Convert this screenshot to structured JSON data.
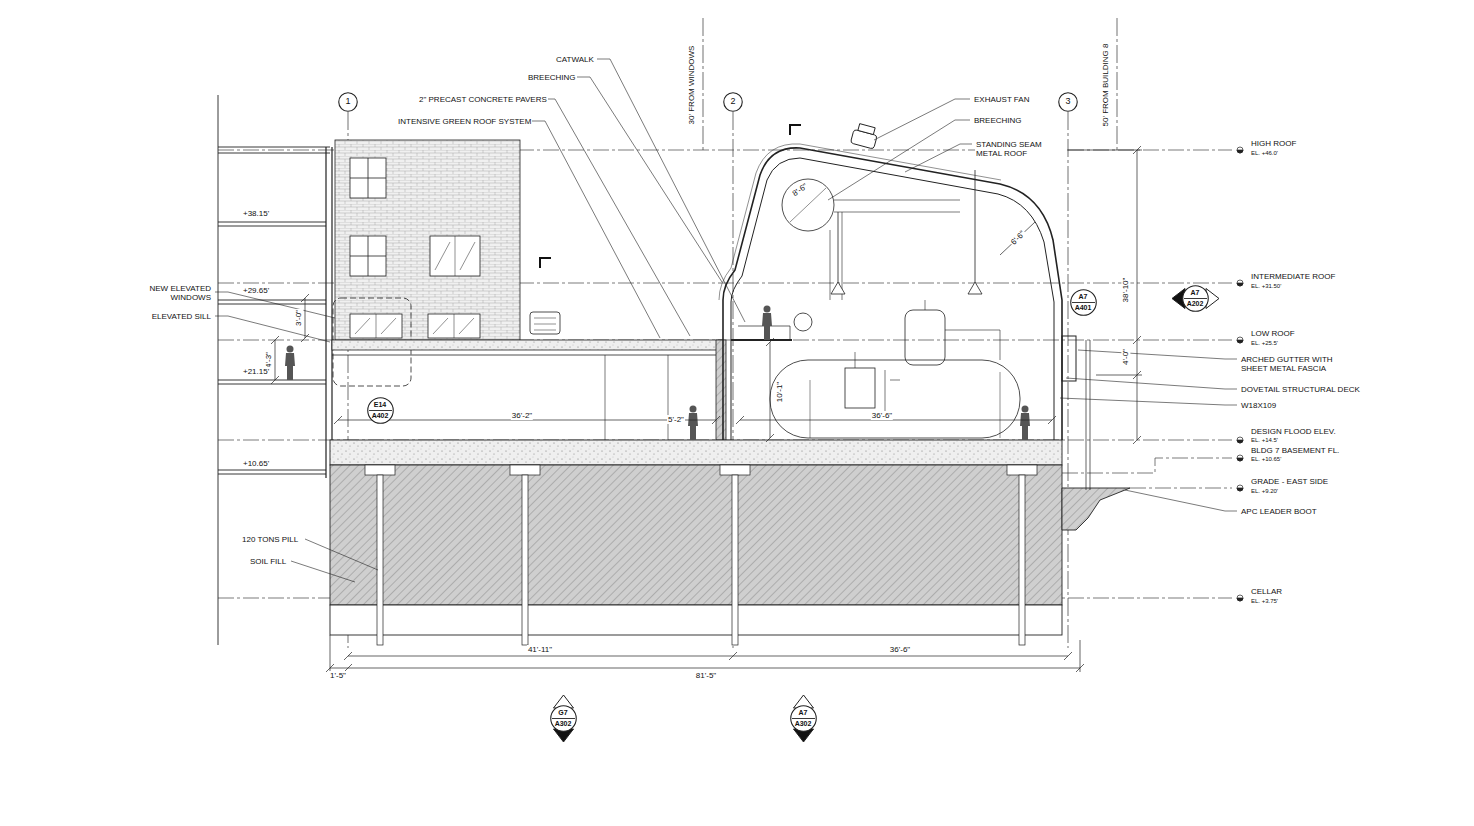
{
  "diagram": {
    "nodes": [
      {
        "text": [
          "1"
        ]
      },
      {
        "text": [
          "2"
        ]
      },
      {
        "text": [
          "3"
        ]
      },
      {
        "text": [
          "E14",
          "A402"
        ]
      },
      {
        "text": [
          "A7",
          "A401"
        ]
      },
      {
        "text": [
          "A7",
          "A202"
        ]
      },
      {
        "text": [
          "G7",
          "A302"
        ]
      },
      {
        "text": [
          "A7",
          "A302"
        ]
      }
    ],
    "labels": [
      "CATWALK",
      "BREECHING",
      "2\" PRECAST CONCRETE PAVERS",
      "INTENSIVE GREEN ROOF SYSTEM",
      "30' FROM WINDOWS",
      "EXHAUST FAN",
      "BREECHING",
      "STANDING SEAM METAL ROOF",
      "50' FROM BUILDING 8",
      "HIGH ROOF",
      "EL. +46.0'",
      "INTERMEDIATE ROOF",
      "EL. +31.50'",
      "LOW ROOF",
      "EL. +25.5'",
      "ARCHED GUTTER WITH SHEET METAL FASCIA",
      "DOVETAIL STRUCTURAL DECK",
      "W18X109",
      "DESIGN FLOOD ELEV.",
      "EL. +14.5'",
      "BLDG 7 BASEMENT FL.",
      "EL. +10.65'",
      "GRADE - EAST SIDE",
      "EL. +9.20'",
      "APC LEADER BOOT",
      "CELLAR",
      "EL. +3.75'",
      "+38.15'",
      "NEW ELEVATED WINDOWS",
      "+29.65'",
      "ELEVATED SILL",
      "3'-0\"",
      "4'-3\"",
      "+21.15'",
      "+10.65'",
      "120 TONS PILL",
      "SOIL FILL",
      "36'-2\"",
      "5'-2\"",
      "10'-1\"",
      "36'-6\"",
      "8'-6\"",
      "6'-6\"",
      "38'-10\"",
      "4'-0\"",
      "1'-5\"",
      "41'-11\"",
      "36'-6\"",
      "81'-5\""
    ]
  }
}
